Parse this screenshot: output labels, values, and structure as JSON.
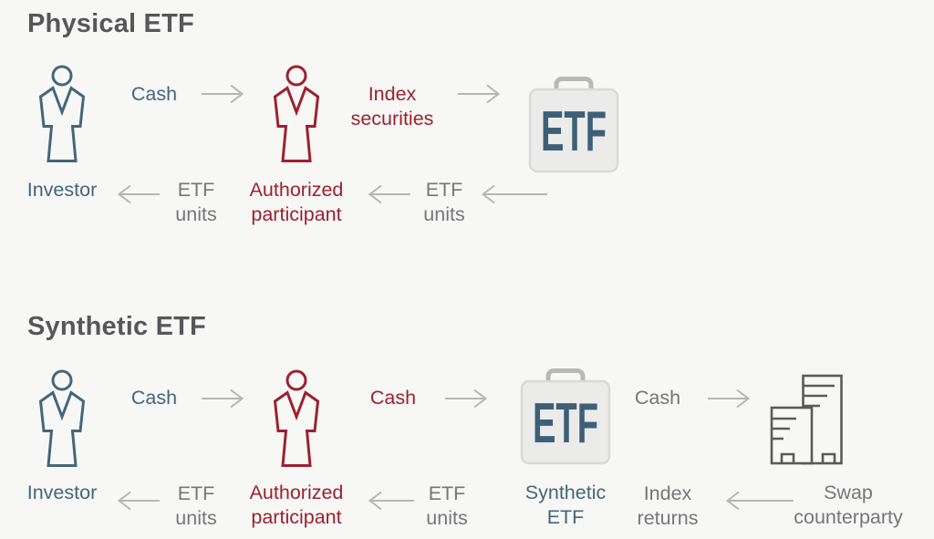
{
  "colors": {
    "background": "#f7f7f5",
    "teal": "#45667a",
    "red": "#9c2130",
    "gray": "#75767a",
    "title": "#57575a",
    "arrow": "#b6b6b6",
    "briefcase_fill": "#ebebe9",
    "briefcase_text": "#3e6077",
    "building_stroke": "#5a5a5c"
  },
  "physical": {
    "title": "Physical ETF",
    "investor_label": "Investor",
    "cash": "Cash",
    "authorized_participant": {
      "line1": "Authorized",
      "line2": "participant"
    },
    "index_securities": {
      "line1": "Index",
      "line2": "securities"
    },
    "etf_box_text": "ETF",
    "etf_units_left": {
      "line1": "ETF",
      "line2": "units"
    },
    "etf_units_right": {
      "line1": "ETF",
      "line2": "units"
    }
  },
  "synthetic": {
    "title": "Synthetic ETF",
    "investor_label": "Investor",
    "cash_investor": "Cash",
    "authorized_participant": {
      "line1": "Authorized",
      "line2": "participant"
    },
    "cash_ap": "Cash",
    "etf_box_text": "ETF",
    "etf_box_label": {
      "line1": "Synthetic",
      "line2": "ETF"
    },
    "cash_etf": "Cash",
    "swap_counterparty": {
      "line1": "Swap",
      "line2": "counterparty"
    },
    "etf_units_left": {
      "line1": "ETF",
      "line2": "units"
    },
    "etf_units_right": {
      "line1": "ETF",
      "line2": "units"
    },
    "index_returns": {
      "line1": "Index",
      "line2": "returns"
    }
  }
}
